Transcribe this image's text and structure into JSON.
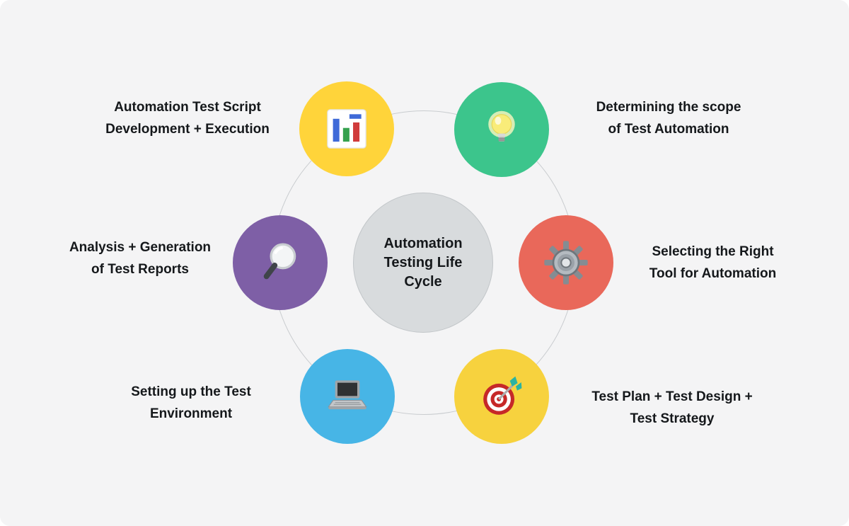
{
  "background_color": "#f4f4f5",
  "ring_color": "#c9cccf",
  "center": {
    "title": "Automation\nTesting Life\nCycle",
    "fill": "#d8dbdd",
    "border": "#c2c6c9"
  },
  "nodes": [
    {
      "id": "test-script-development",
      "label": "Automation Test Script\nDevelopment + Execution",
      "color": "#FFD43A",
      "icon": "bar-chart-icon"
    },
    {
      "id": "determining-scope",
      "label": "Determining the scope\nof Test Automation",
      "color": "#3CC58C",
      "icon": "light-bulb-icon"
    },
    {
      "id": "selecting-tool",
      "label": "Selecting the Right\nTool for Automation",
      "color": "#E9685A",
      "icon": "gear-icon"
    },
    {
      "id": "test-plan",
      "label": "Test Plan + Test Design +\nTest Strategy",
      "color": "#F7D23E",
      "icon": "target-icon"
    },
    {
      "id": "test-environment",
      "label": "Setting up the Test\nEnvironment",
      "color": "#47B5E6",
      "icon": "laptop-icon"
    },
    {
      "id": "test-reports",
      "label": "Analysis + Generation\nof Test Reports",
      "color": "#7E5FA6",
      "icon": "magnifier-icon"
    }
  ]
}
